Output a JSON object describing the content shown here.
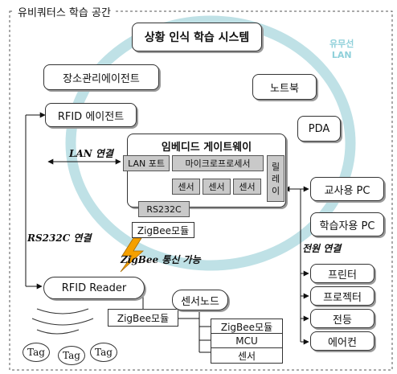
{
  "space_title": "유비쿼터스 학습 공간",
  "wireless_label": [
    "유무선",
    "LAN"
  ],
  "system_title": "상황 인식 학습 시스템",
  "location_agent": "장소관리에이전트",
  "laptop": "노트북",
  "rfid_agent": "RFID 에이전트",
  "pda": "PDA",
  "gateway": {
    "title": "임베디드 게이트웨이",
    "lan_port": "LAN 포트",
    "microprocessor": "마이크로프로세서",
    "sensors": [
      "센서",
      "센서",
      "센서"
    ],
    "relay": [
      "릴",
      "레",
      "이"
    ],
    "rs232c": "RS232C",
    "zigbee": "ZigBee모듈"
  },
  "lan_connection": "LAN 연결",
  "rs232c_connection": "RS232C 연결",
  "zigbee_comm": "ZigBee 통신 가능",
  "power_connection": "전원 연결",
  "teacher_pc": "교사용 PC",
  "learner_pc": "학습자용 PC",
  "devices": [
    "프린터",
    "프로젝터",
    "전등",
    "에어컨"
  ],
  "rfid_reader": "RFID Reader",
  "reader_zigbee": "ZigBee모듈",
  "sensor_node": {
    "title": "센서노드",
    "parts": [
      "ZigBee모듈",
      "MCU",
      "센서"
    ]
  },
  "tags": [
    "Tag",
    "Tag",
    "Tag"
  ],
  "colors": {
    "ring": "#bfe1e6",
    "gray_box": "#c9c9c9",
    "lightning": "#f5a000"
  }
}
